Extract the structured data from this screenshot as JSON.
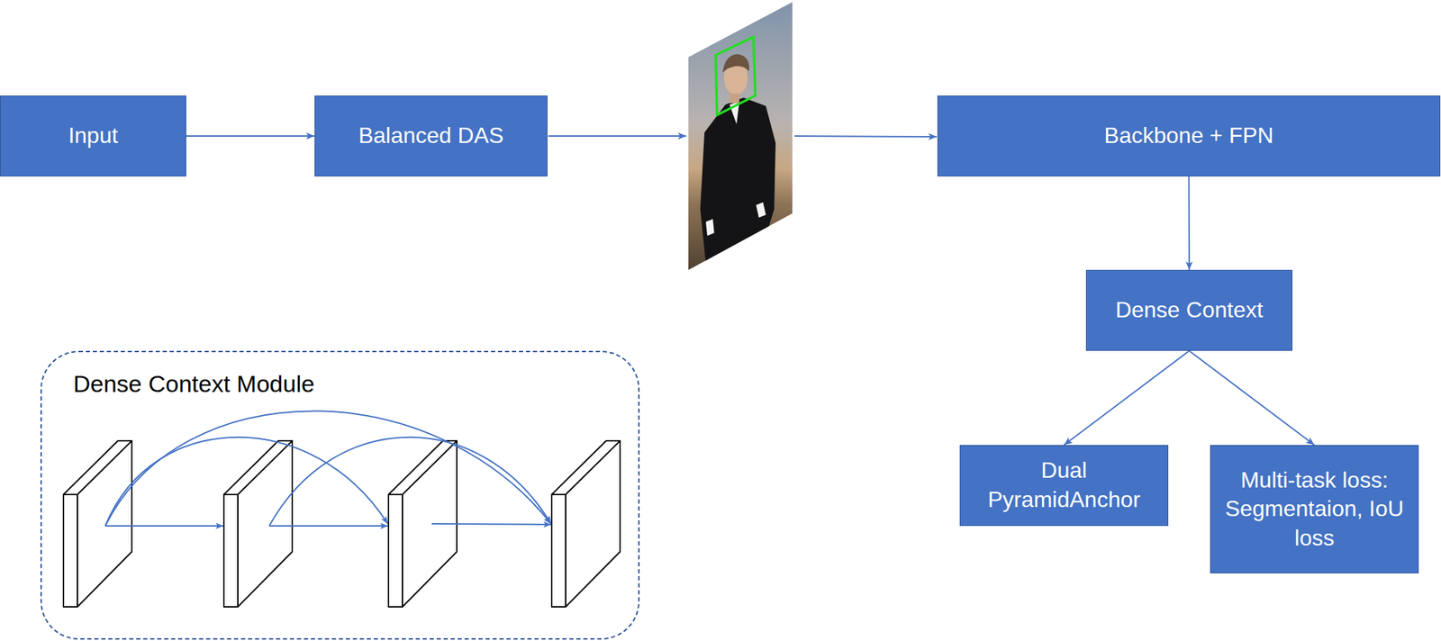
{
  "diagram": {
    "nodes": [
      {
        "text": [
          "Input"
        ]
      },
      {
        "text": [
          "Balanced DAS"
        ]
      },
      {
        "text": [
          "Backbone + FPN"
        ]
      },
      {
        "text": [
          "Dense Context"
        ]
      },
      {
        "text": [
          "Dense Context Module"
        ]
      },
      {
        "text": [
          "Dual PyramidAnchor"
        ]
      },
      {
        "text": [
          "Multi-task loss: Segmentaion, IoU loss"
        ]
      }
    ],
    "edges": [
      {
        "from": 0,
        "to": 1,
        "arrow": "to"
      },
      {
        "from": 2,
        "to": 3,
        "arrow": "to"
      },
      {
        "from": 3,
        "to": 5,
        "arrow": "to"
      },
      {
        "from": 3,
        "to": 6,
        "arrow": "to"
      }
    ]
  }
}
